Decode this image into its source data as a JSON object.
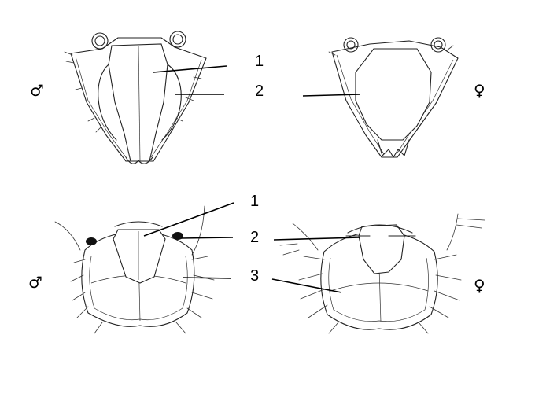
{
  "panels": {
    "top_male": {
      "sex": "♂",
      "labels": [
        "1",
        "2"
      ]
    },
    "top_female": {
      "sex": "♀"
    },
    "top_shared_label": "2",
    "bottom_male": {
      "sex": "♂"
    },
    "bottom_center_labels": [
      "1",
      "2",
      "3"
    ],
    "bottom_female": {
      "sex": "♀"
    }
  }
}
